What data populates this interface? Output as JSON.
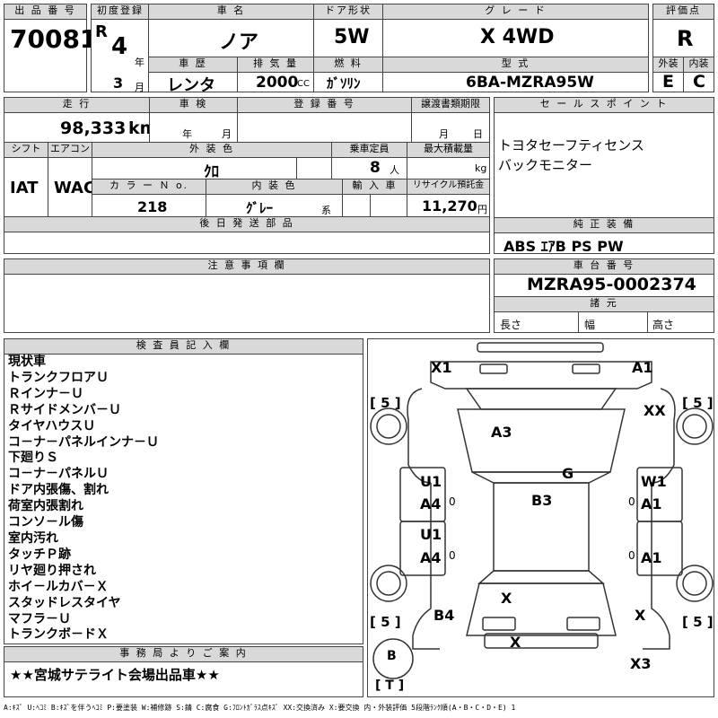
{
  "header": {
    "lot_no_label": "出 品 番 号",
    "lot_no": "70081",
    "first_reg_label": "初度登録",
    "era": "R",
    "year": "4",
    "year_unit": "年",
    "month": "3",
    "month_unit": "月",
    "car_name_label": "車 名",
    "car_name": "ノア",
    "door_label": "ドア形状",
    "door": "5W",
    "grade_label": "グ レ ー ド",
    "grade": "X 4WD",
    "score_label": "評価点",
    "score": "R",
    "history_label": "車 歴",
    "history": "レンタ",
    "displacement_label": "排 気 量",
    "displacement": "2000",
    "displacement_unit": "CC",
    "fuel_label": "燃 料",
    "fuel": "ｶﾞｿﾘﾝ",
    "model_label": "型 式",
    "model": "6BA-MZRA95W",
    "exterior_label": "外装",
    "exterior": "E",
    "interior_label": "内装",
    "interior": "C"
  },
  "row2": {
    "mileage_label": "走 行",
    "mileage": "98,333",
    "mileage_unit": "km",
    "inspection_label": "車 検",
    "inspection_year_unit": "年",
    "inspection_month_unit": "月",
    "reg_no_label": "登 録 番 号",
    "transfer_label": "譲渡書類期限",
    "transfer_month_unit": "月",
    "transfer_day_unit": "日",
    "shift_label": "シフト",
    "shift": "IAT",
    "ac_label": "エアコン",
    "ac": "WAC",
    "ext_color_label": "外 装 色",
    "ext_color": "ｸﾛ",
    "capacity_label": "乗車定員",
    "capacity": "8",
    "capacity_unit": "人",
    "max_load_label": "最大積載量",
    "max_load_unit": "kg",
    "color_no_label": "カ ラ ー Ｎ o.",
    "color_no": "218",
    "int_color_label": "内 装 色",
    "int_color": "ｸﾞﾚｰ",
    "int_color_unit": "系",
    "import_label": "輸 入 車",
    "recycle_label": "リサイクル預託金",
    "recycle": "11,270",
    "recycle_unit": "円",
    "later_parts_label": "後 日 発 送 部 品"
  },
  "sales": {
    "label": "セ ー ル ス ポ イ ン ト",
    "lines": [
      "トヨタセーフティセンス",
      "バックモニター"
    ]
  },
  "equipment": {
    "label": "純 正 装 備",
    "value": "ABS ｴｱB PS PW"
  },
  "notes_box": {
    "label": "注 意 事 項 欄"
  },
  "chassis": {
    "label": "車 台 番 号",
    "value": "MZRA95-0002374",
    "spec_label": "諸 元",
    "length_label": "長さ",
    "width_label": "幅",
    "height_label": "高さ"
  },
  "inspector": {
    "label": "検 査 員 記 入 欄",
    "lines": [
      "現状車",
      "トランクフロアＵ",
      "Ｒインナ－Ｕ",
      "Ｒサイドメンバ－Ｕ",
      "タイヤハウスＵ",
      "コ－ナ－パネルインナ－Ｕ",
      "下廻りＳ",
      "コ－ナ－パネルＵ",
      "ドア内張傷、割れ",
      "荷室内張割れ",
      "コンソ－ル傷",
      "室内汚れ",
      "タッチＰ跡",
      "リヤ廻り押され",
      "ホイ－ルカバ－Ｘ",
      "スタッドレスタイヤ",
      "マフラ－Ｕ",
      "トランクボ－ドＸ"
    ]
  },
  "office": {
    "label": "事 務 局 よ り ご 案 内",
    "message": "★★宮城サテライト会場出品車★★"
  },
  "diagram": {
    "X1": "X1",
    "A1_top": "A1",
    "five_tl": "[ 5 ]",
    "five_tr": "[ 5 ]",
    "XX": "XX",
    "A3": "A3",
    "G": "G",
    "U1_left_front": "U1",
    "W1": "W1",
    "B3": "B3",
    "A4_left_front": "A4",
    "A1_right_front": "A1",
    "zero_1": "0",
    "zero_2": "0",
    "U1_left_rear": "U1",
    "A4_left_rear": "A4",
    "A1_right_rear": "A1",
    "zero_3": "0",
    "zero_4": "0",
    "X_rear_center": "X",
    "B4": "B4",
    "X_rear_right": "X",
    "five_bl": "[ 5 ]",
    "five_br": "[ 5 ]",
    "X_bumper": "X",
    "B": "B",
    "X3": "X3",
    "T": "[ T ]"
  },
  "legend": "A:ｷｽﾞ U:ﾍｺﾐ B:ｷｽﾞを伴うﾍｺﾐ P:要塗装 W:補修跡 S:錆 C:腐食 G:ﾌﾛﾝﾄｶﾞﾗｽ点ｷｽﾞ XX:交換済み X:要交換 内・外装評価 5段階ﾗﾝｸ順(A・B・C・D・E) 1"
}
